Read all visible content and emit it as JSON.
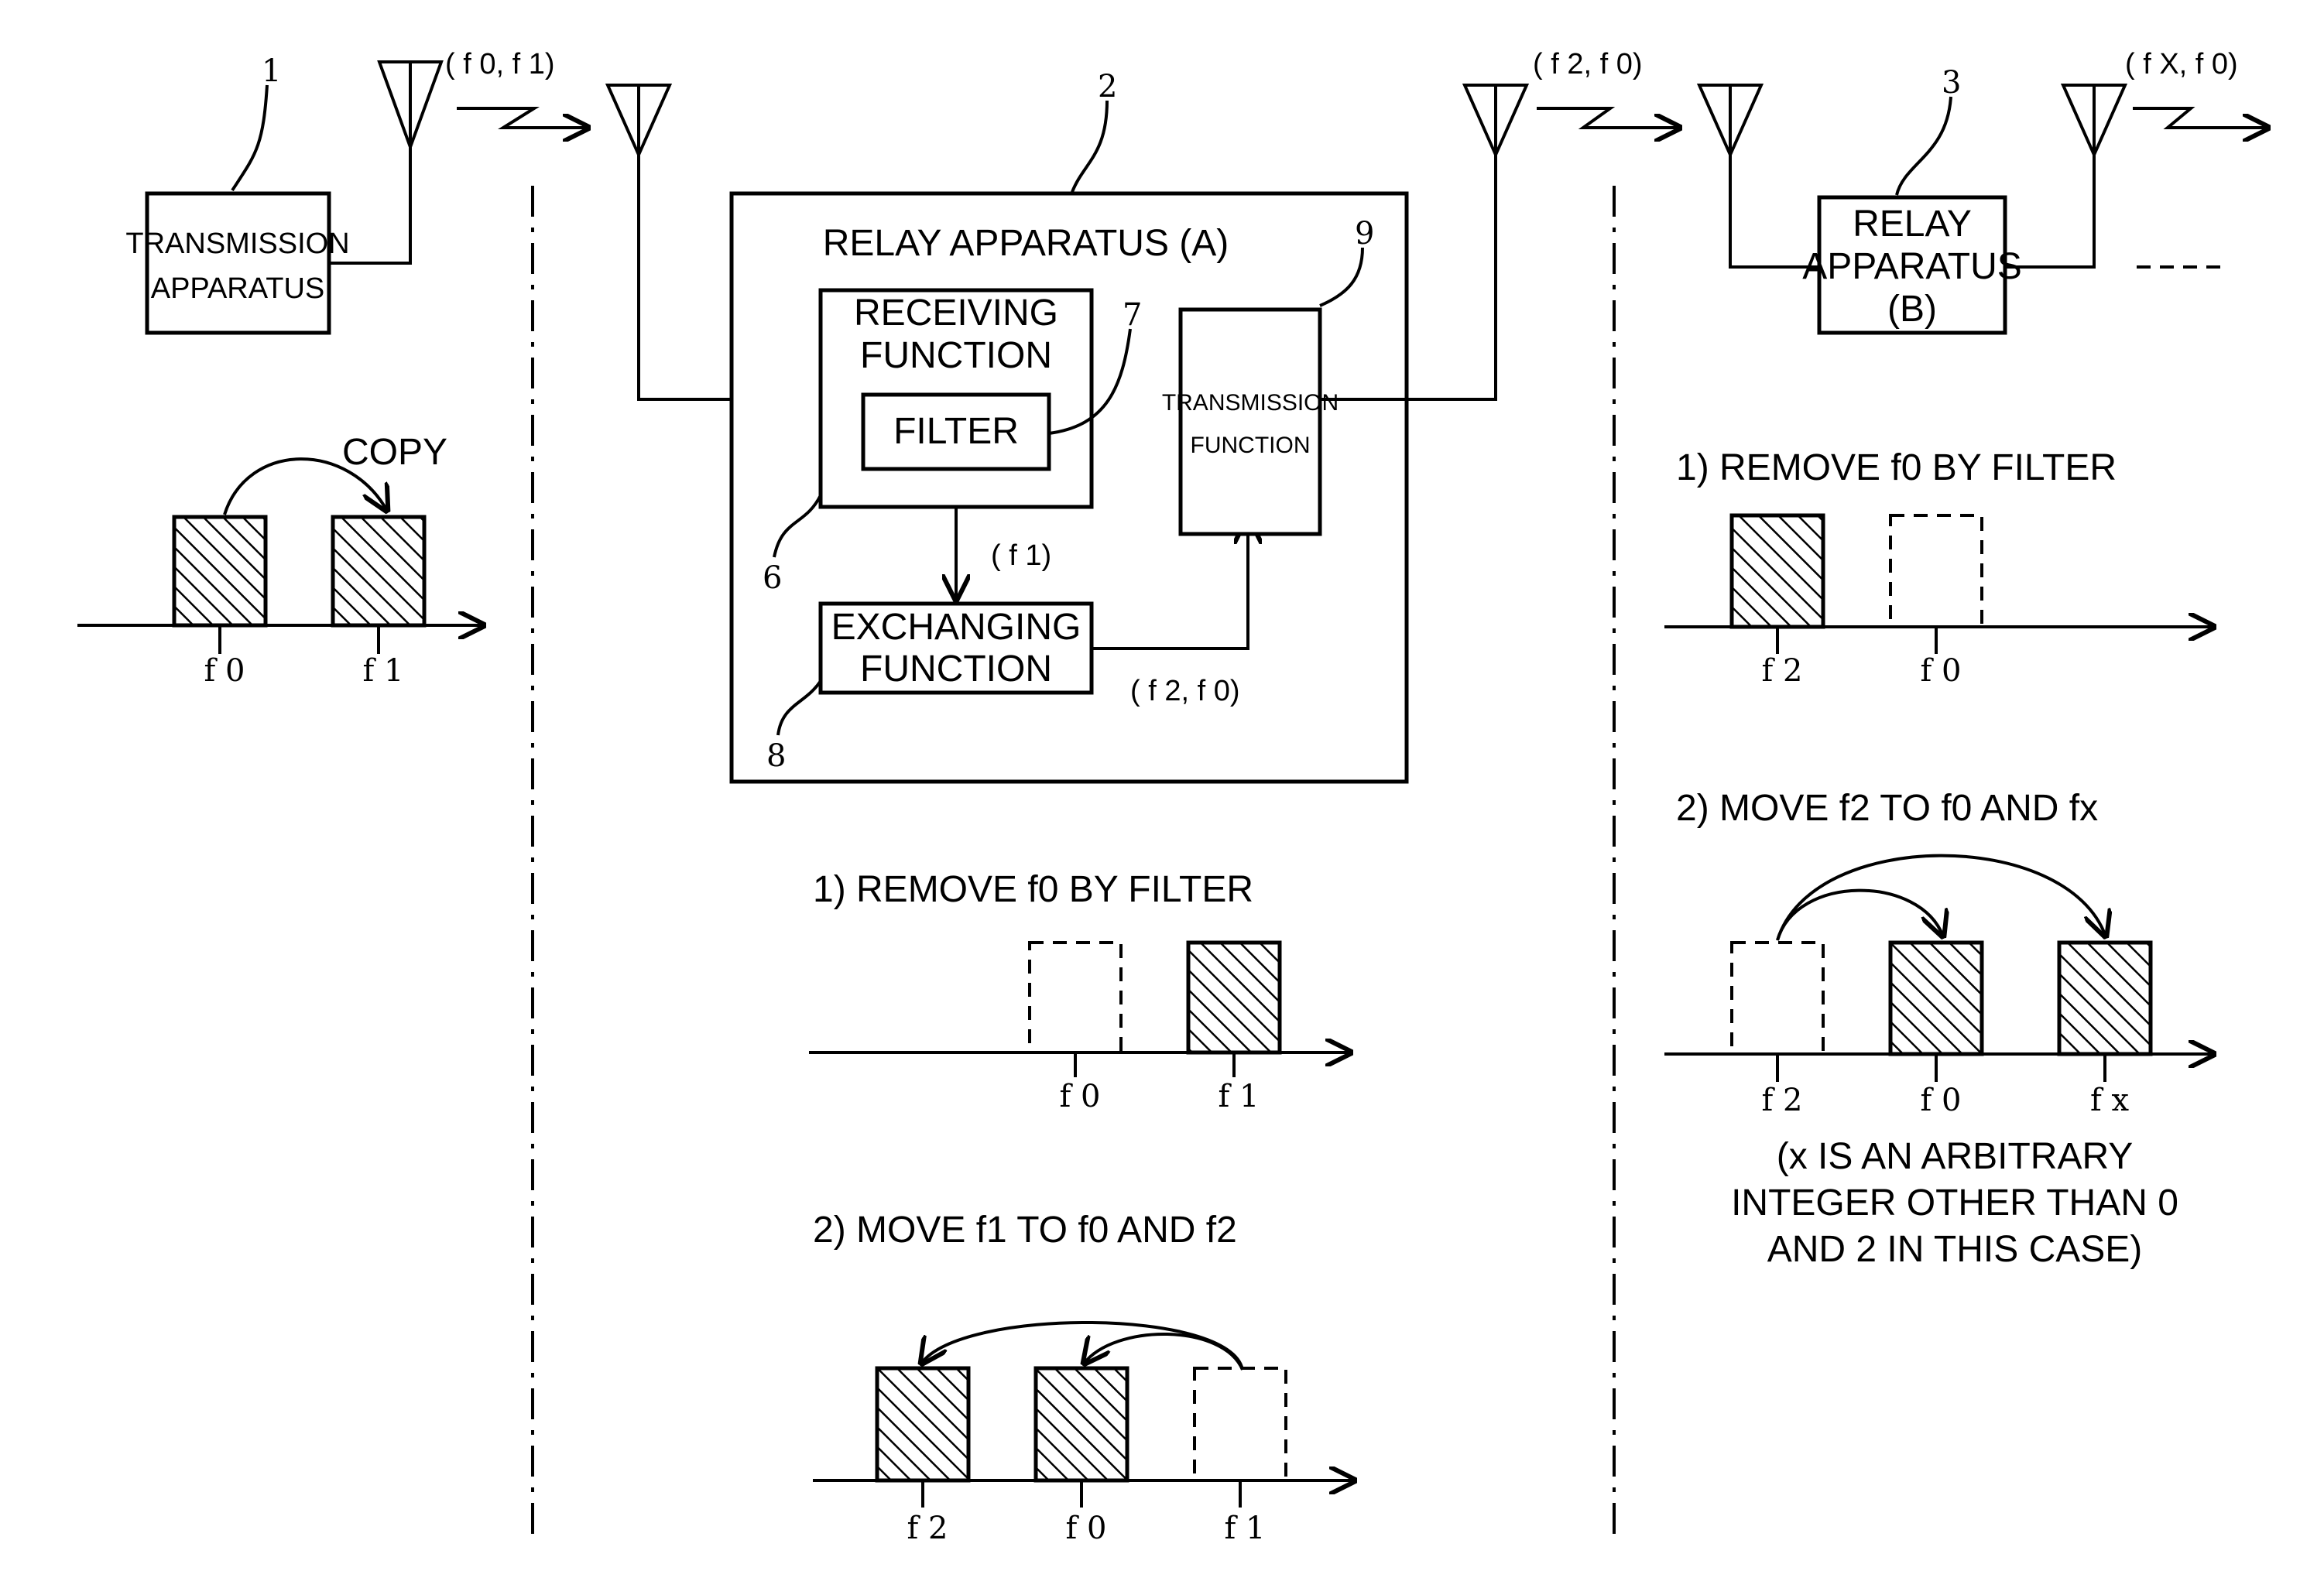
{
  "signals": {
    "tx_out": "( f 0,  f 1)",
    "relay_a_out": "( f 2,  f 0)",
    "relay_b_out": "( f X,  f 0)",
    "internal_f1": "( f 1)",
    "internal_f2f0": "( f 2,  f 0)"
  },
  "refs": {
    "r1": "1",
    "r2": "2",
    "r3": "3",
    "r6": "6",
    "r7": "7",
    "r8": "8",
    "r9": "9"
  },
  "transmission_apparatus": {
    "line1": "TRANSMISSION",
    "line2": "APPARATUS"
  },
  "relay_a": {
    "title": "RELAY APPARATUS (A)",
    "receiving_line1": "RECEIVING",
    "receiving_line2": "FUNCTION",
    "filter": "FILTER",
    "transmission_line1": "TRANSMISSION",
    "transmission_line2": "FUNCTION",
    "exchanging_line1": "EXCHANGING",
    "exchanging_line2": "FUNCTION"
  },
  "relay_b": {
    "line1": "RELAY",
    "line2": "APPARATUS",
    "line3": "(B)"
  },
  "spectra": {
    "copy": {
      "label": "COPY",
      "f0": "f 0",
      "f1": "f 1"
    },
    "a_step1": {
      "label": "1) REMOVE f0 BY FILTER",
      "f0": "f 0",
      "f1": "f 1"
    },
    "a_step2": {
      "label": "2) MOVE f1 TO f0 AND f2",
      "f2": "f 2",
      "f0": "f 0",
      "f1": "f 1"
    },
    "b_step1": {
      "label": "1) REMOVE f0 BY FILTER",
      "f2": "f 2",
      "f0": "f 0"
    },
    "b_step2": {
      "label": "2) MOVE f2 TO f0 AND fx",
      "f2": "f 2",
      "f0": "f 0",
      "fx": "f x"
    },
    "note_line1": "(x IS AN ARBITRARY",
    "note_line2": "INTEGER OTHER THAN 0",
    "note_line3": "AND 2 IN THIS CASE)"
  }
}
